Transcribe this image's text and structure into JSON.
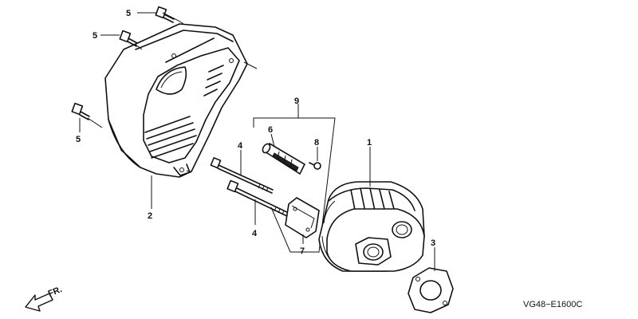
{
  "callouts": {
    "c1": "1",
    "c2": "2",
    "c3": "3",
    "c4a": "4",
    "c4b": "4",
    "c5a": "5",
    "c5b": "5",
    "c5c": "5",
    "c6": "6",
    "c7": "7",
    "c8": "8",
    "c9": "9"
  },
  "front_marker": "FR.",
  "diagram_code": "VG48−E1600C"
}
